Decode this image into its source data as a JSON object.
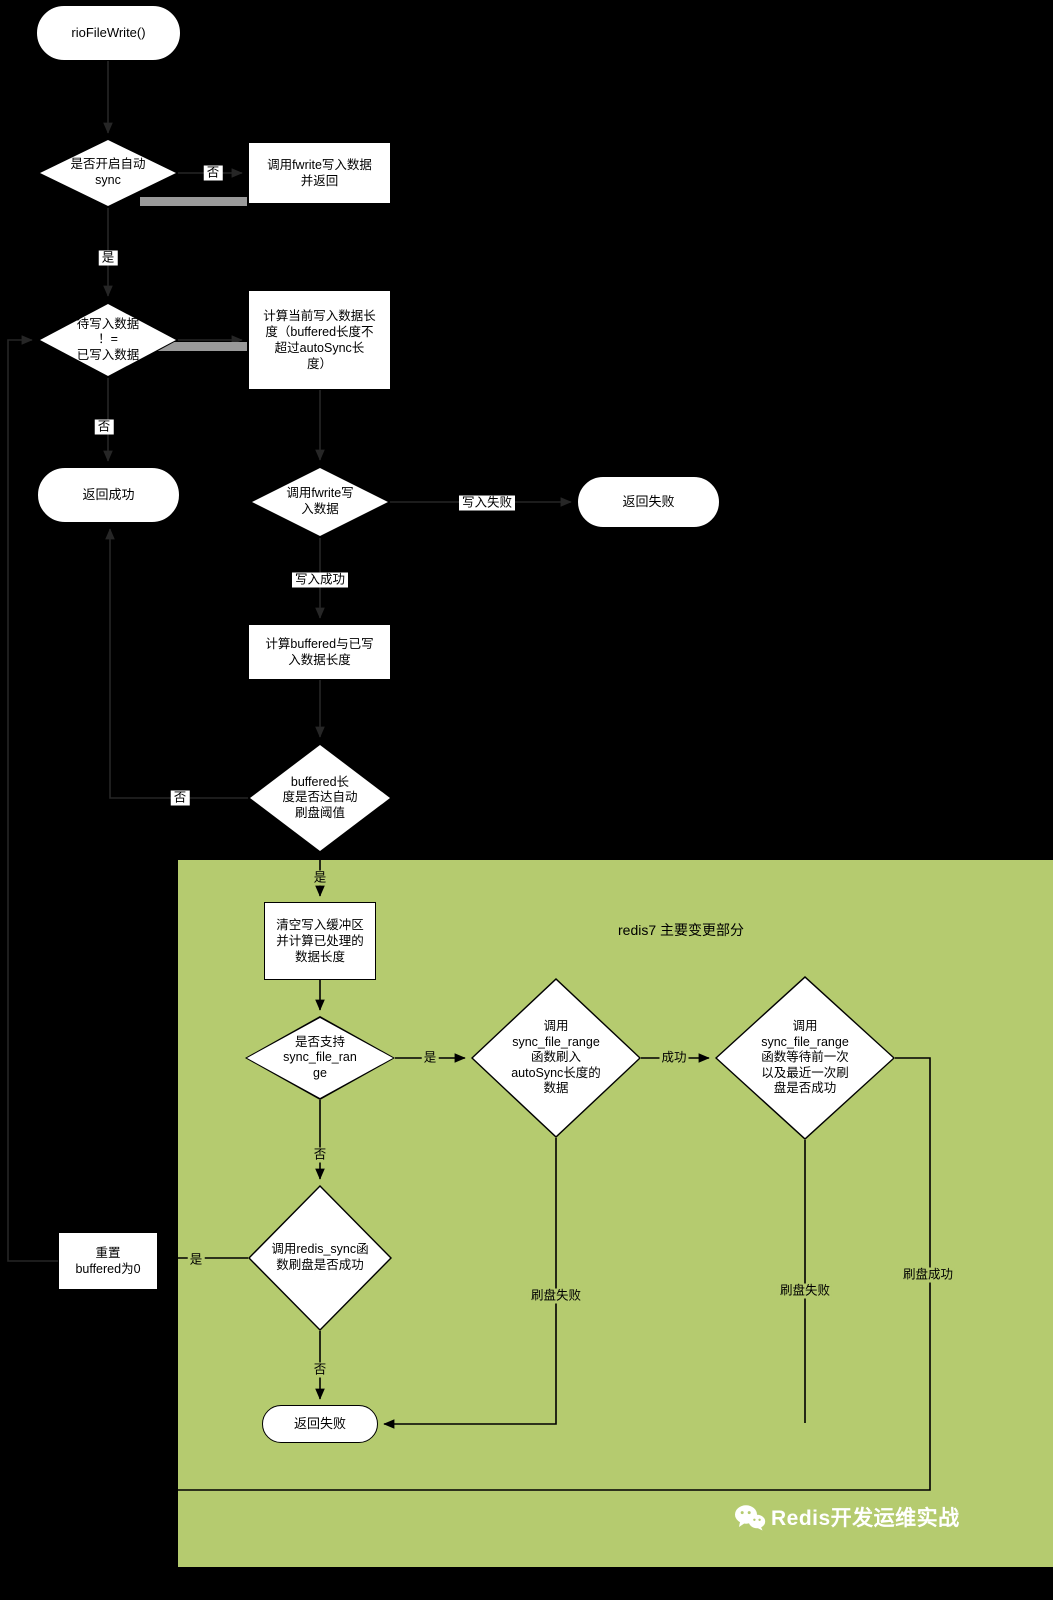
{
  "colors": {
    "background": "#000000",
    "region": "#b5cb6f",
    "shape_fill": "#ffffff",
    "shape_border": "#000000",
    "line_dark": "#262626",
    "line_green_area": "#000000",
    "highlight_bar": "#9a9a9a",
    "watermark_text": "#ffffff"
  },
  "region_title": "redis7 主要变更部分",
  "nodes": {
    "start": {
      "label": "rioFileWrite()"
    },
    "d_autosync": {
      "label": "是否开启自动\nsync"
    },
    "r_fwrite_ret": {
      "label": "调用fwrite写入数据\n并返回"
    },
    "d_pending": {
      "label": "待写入数据\n！=\n已写入数据"
    },
    "r_calc_len": {
      "label": "计算当前写入数据长\n度（buffered长度不\n超过autoSync长\n度）"
    },
    "t_success": {
      "label": "返回成功"
    },
    "d_fwrite": {
      "label": "调用fwrite写\n入数据"
    },
    "t_fail_top": {
      "label": "返回失败"
    },
    "r_calc_buf": {
      "label": "计算buffered与已写\n入数据长度"
    },
    "d_threshold": {
      "label": "buffered长\n度是否达自动\n刷盘阈值"
    },
    "r_clear": {
      "label": "清空写入缓冲区\n并计算已处理的\n数据长度"
    },
    "d_support": {
      "label": "是否支持\nsync_file_ran\nge"
    },
    "d_sfr_flush": {
      "label": "调用\nsync_file_range\n函数刷入\nautoSync长度的\n数据"
    },
    "d_sfr_wait": {
      "label": "调用\nsync_file_range\n函数等待前一次\n以及最近一次刷\n盘是否成功"
    },
    "d_redis_sync": {
      "label": "调用redis_sync函\n数刷盘是否成功"
    },
    "r_reset": {
      "label": "重置\nbuffered为0"
    },
    "t_fail_bottom": {
      "label": "返回失败"
    }
  },
  "edges": {
    "no_autosync": "否",
    "yes_autosync": "是",
    "no_pending": "否",
    "write_fail": "写入失败",
    "write_ok": "写入成功",
    "no_threshold": "否",
    "yes_threshold": "是",
    "yes_support": "是",
    "sfr_ok": "成功",
    "no_support": "否",
    "yes_sync": "是",
    "no_sync": "否",
    "flush_fail_1": "刷盘失败",
    "flush_fail_2": "刷盘失败",
    "flush_ok": "刷盘成功"
  },
  "watermark": {
    "text": "Redis开发运维实战"
  }
}
